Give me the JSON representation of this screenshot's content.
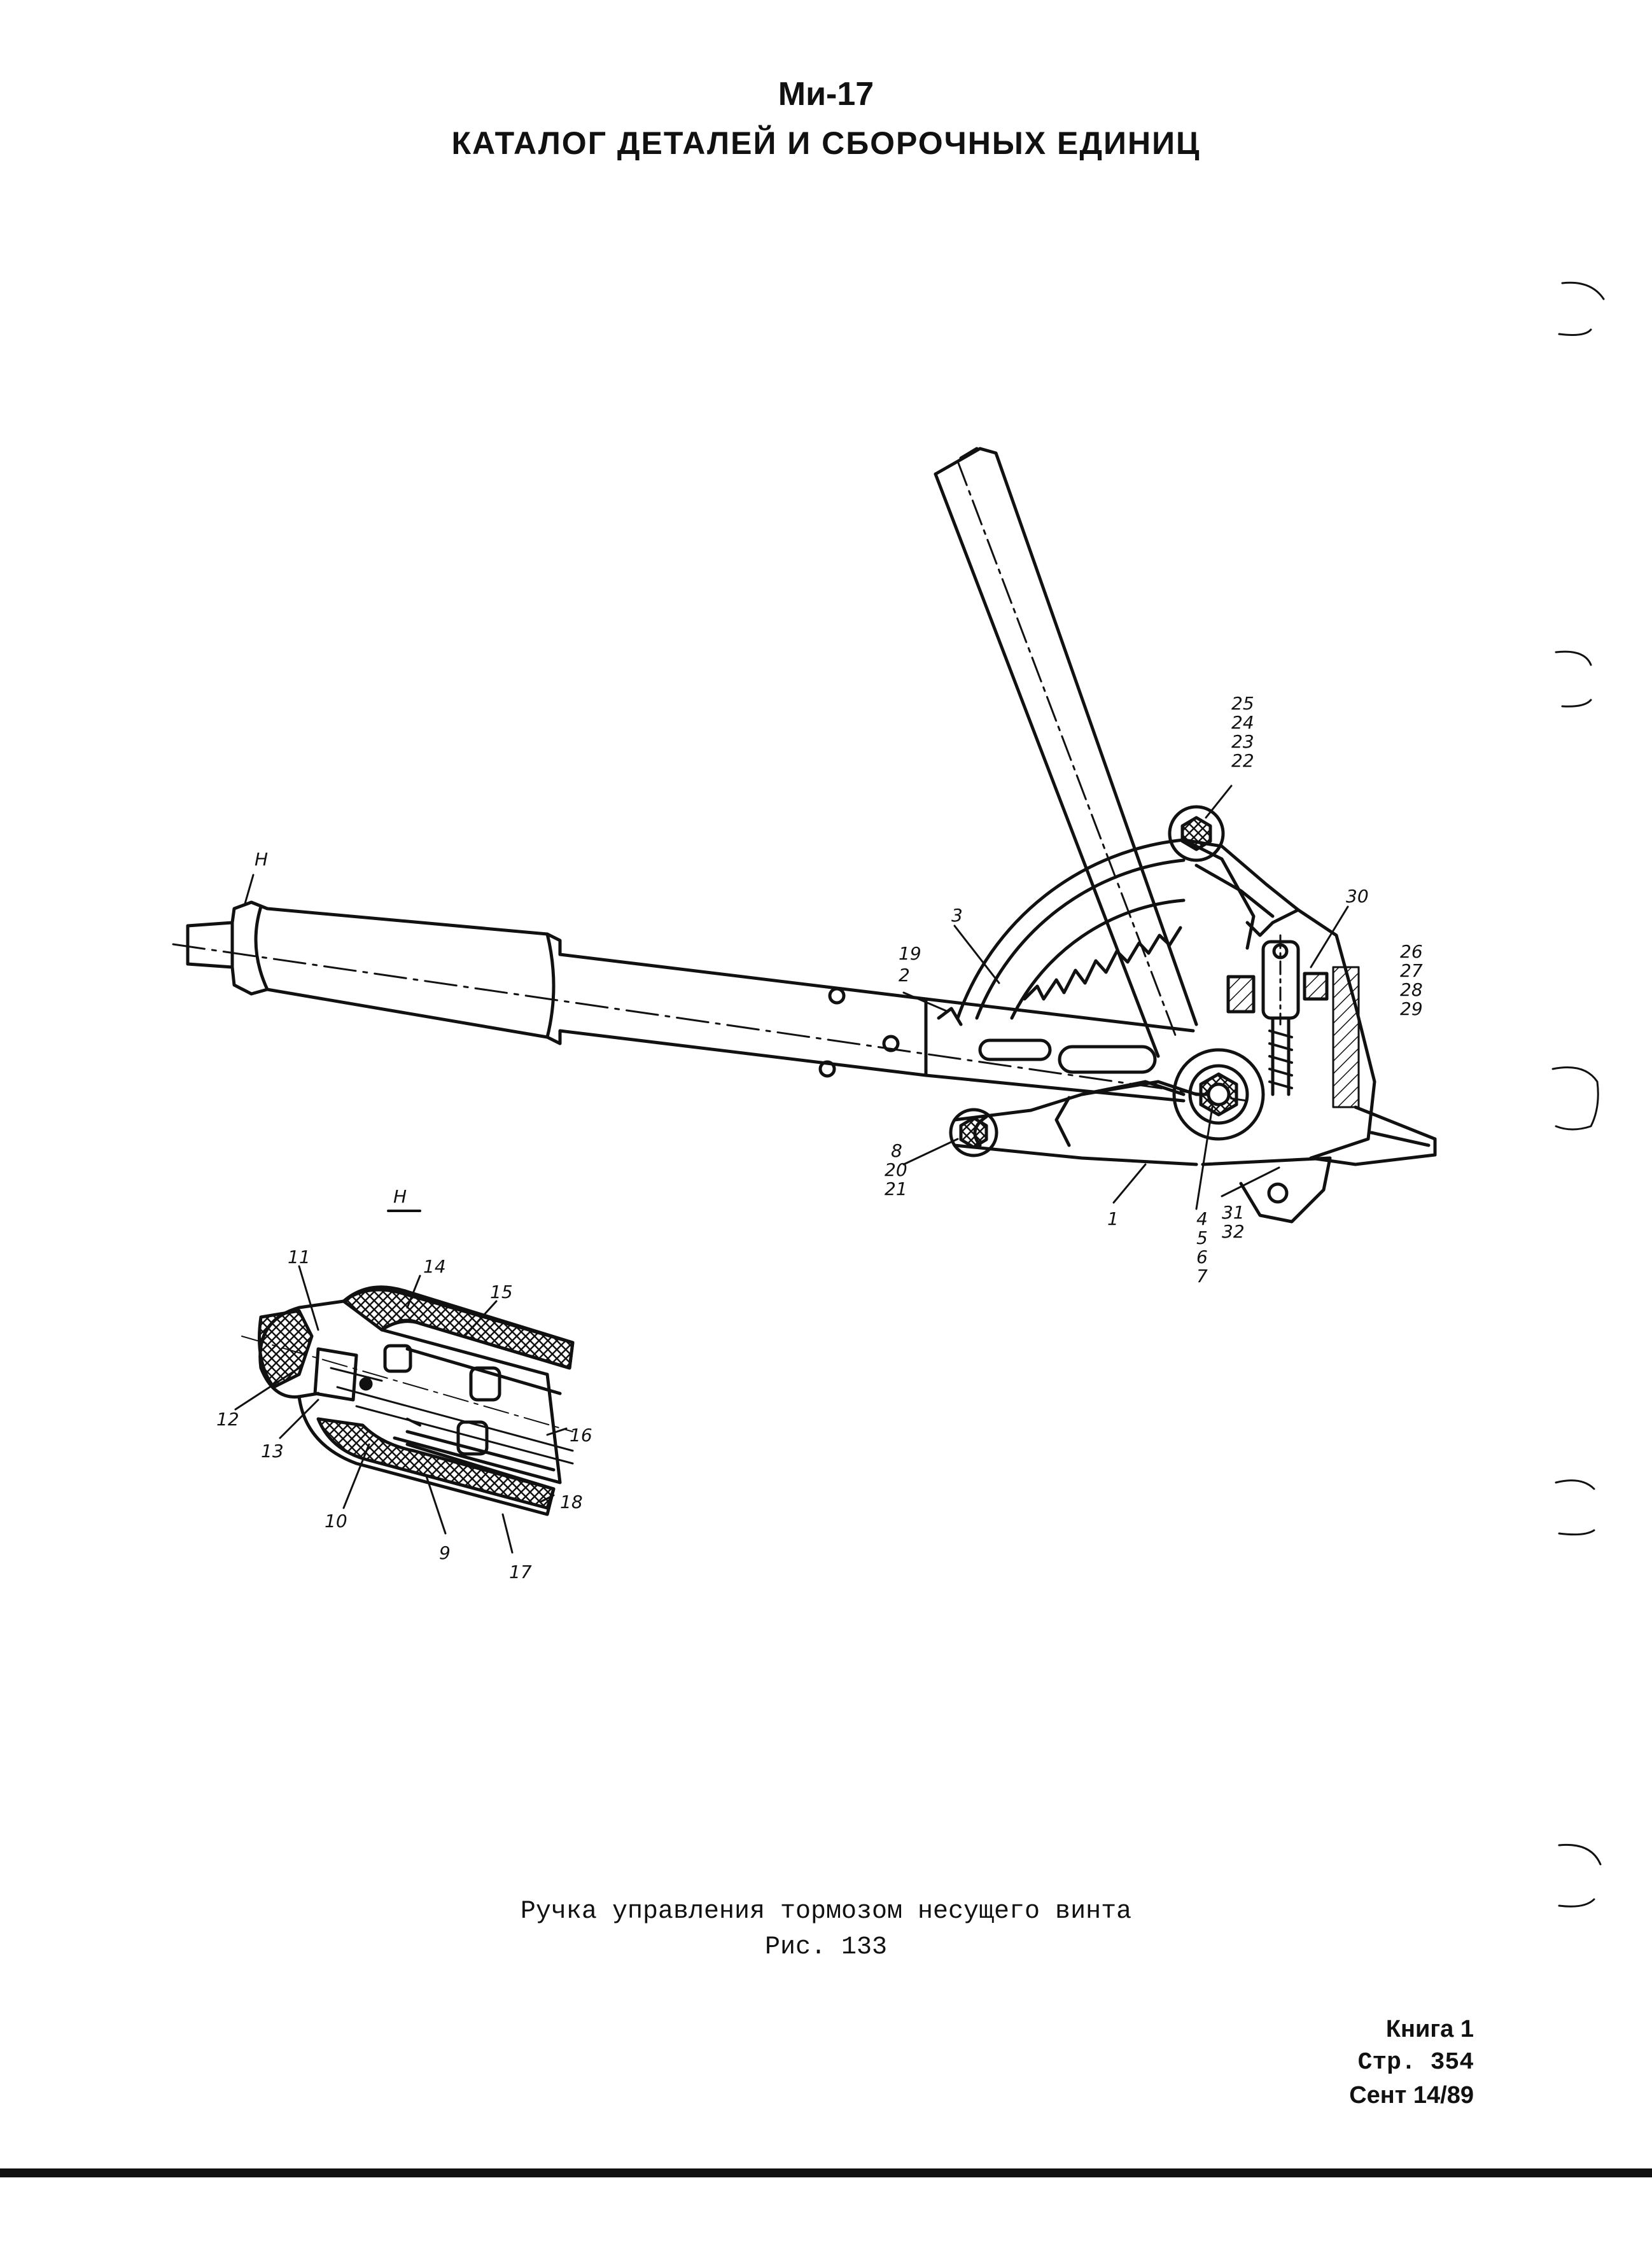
{
  "header": {
    "title": "Ми-17",
    "subtitle": "КАТАЛОГ ДЕТАЛЕЙ И СБОРОЧНЫХ ЕДИНИЦ"
  },
  "figure": {
    "callouts": {
      "H_top": "Н",
      "H_detail": "Н",
      "c25": "25",
      "c24": "24",
      "c23": "23",
      "c22": "22",
      "c3": "3",
      "c19": "19",
      "c2": "2",
      "c30": "30",
      "c26": "26",
      "c27": "27",
      "c28": "28",
      "c29": "29",
      "c8": "8",
      "c20": "20",
      "c21": "21",
      "c1": "1",
      "c4": "4",
      "c5": "5",
      "c6": "6",
      "c7": "7",
      "c31": "31",
      "c32": "32",
      "c11": "11",
      "c14": "14",
      "c15": "15",
      "c12": "12",
      "c13": "13",
      "c16": "16",
      "c10": "10",
      "c9": "9",
      "c18": "18",
      "c17": "17"
    }
  },
  "caption": {
    "title": "Ручка управления тормозом несущего винта",
    "figure_number": "Рис. 133"
  },
  "footer": {
    "book": "Книга 1",
    "page": "Стр. 354",
    "date": "Сент 14/89"
  }
}
